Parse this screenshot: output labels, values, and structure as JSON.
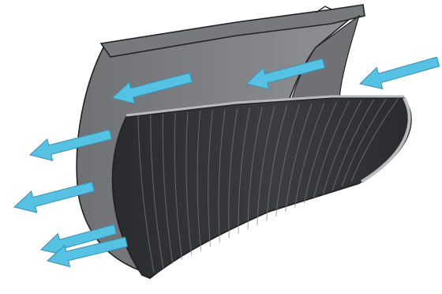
{
  "illustration": {
    "subject": "cutaway-tube",
    "arrow_direction": "right-to-left",
    "arrow_count": 7
  },
  "colors": {
    "background": "#ffffff",
    "inner_wall": "#8f9194",
    "inner_wall_shadow": "#6f7174",
    "back_rim": "#77797c",
    "outer_shell": "#3c3d40",
    "outer_shell_dark": "#2a2b2e",
    "rib_line": "#7d7f83",
    "edge_highlight": "#b9bbbe",
    "outline": "#222224",
    "arrow_fill": "#55c2e4",
    "arrow_stroke": "#3a8fb2"
  }
}
